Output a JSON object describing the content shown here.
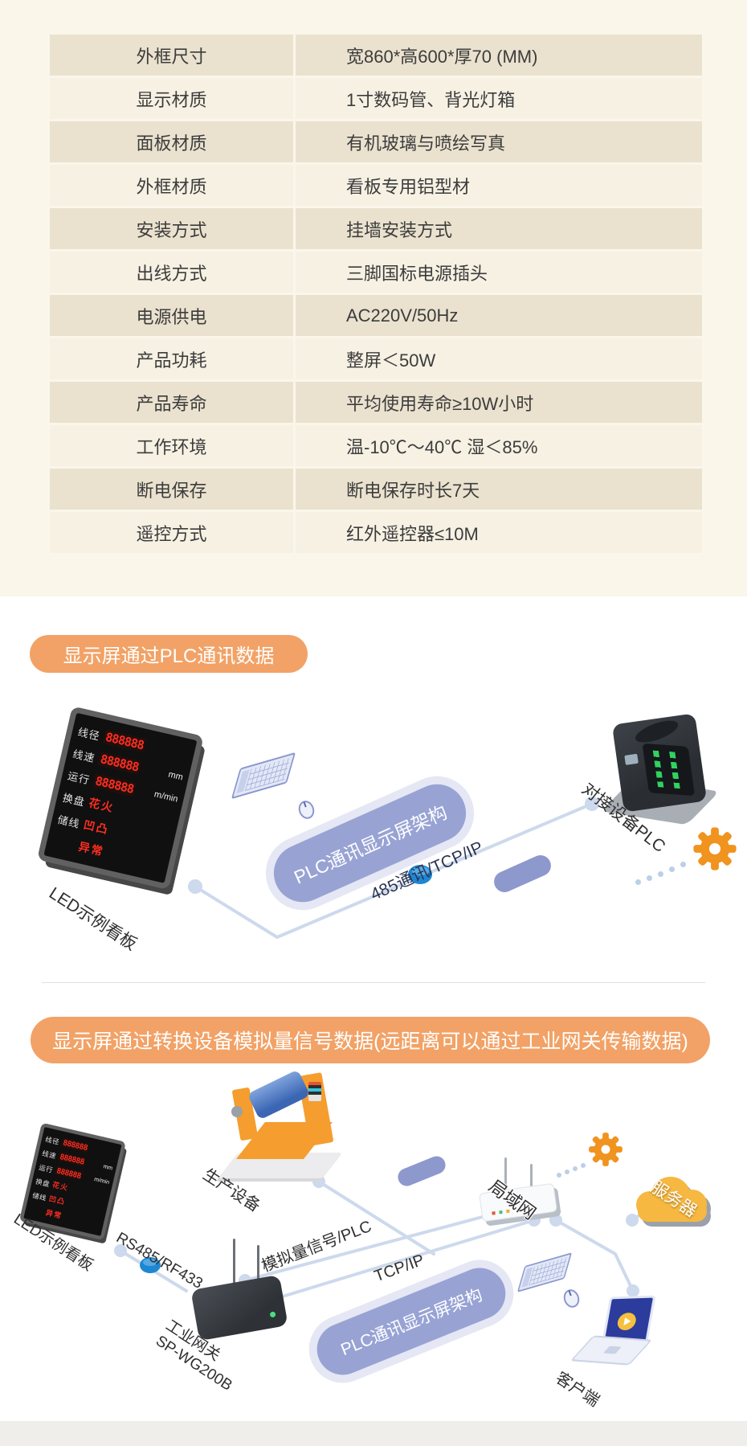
{
  "colors": {
    "accent_orange": "#f2a266",
    "pill_purple": "#98a3d4",
    "wire_blue": "#cdd9ec",
    "dot_blue": "#1f87d2",
    "gear_orange": "#f0931f",
    "table_row_dark": "#eae2cf",
    "table_row_light": "#f6f1e3"
  },
  "spec_table": {
    "rows": [
      {
        "label": "外框尺寸",
        "value": "宽860*高600*厚70 (MM)"
      },
      {
        "label": "显示材质",
        "value": "1寸数码管、背光灯箱"
      },
      {
        "label": "面板材质",
        "value": "有机玻璃与喷绘写真"
      },
      {
        "label": "外框材质",
        "value": "看板专用铝型材"
      },
      {
        "label": "安装方式",
        "value": "挂墙安装方式"
      },
      {
        "label": "出线方式",
        "value": "三脚国标电源插头"
      },
      {
        "label": "电源供电",
        "value": "AC220V/50Hz"
      },
      {
        "label": "产品功耗",
        "value": "整屏＜50W"
      },
      {
        "label": "产品寿命",
        "value": "平均使用寿命≥10W小时"
      },
      {
        "label": "工作环境",
        "value": "温-10℃～40℃  湿＜85%"
      },
      {
        "label": "断电保存",
        "value": "断电保存时长7天"
      },
      {
        "label": "遥控方式",
        "value": "红外遥控器≤10M"
      }
    ]
  },
  "section1": {
    "header": "显示屏通过PLC通讯数据",
    "led_board_label": "LED示例看板",
    "arch_pill": "PLC通讯显示屏架构",
    "link_label": "485通讯/TCP/IP",
    "plc_label": "对接设备PLC"
  },
  "section2": {
    "header": "显示屏通过转换设备模拟量信号数据(远距离可以通过工业网关传输数据)",
    "led_board_label": "LED示例看板",
    "rs_label": "RS485/RF433",
    "machine_label": "生产设备",
    "gateway_label": "工业网关",
    "gateway_model": "SP-WG200B",
    "analog_label": "模拟量信号/PLC",
    "tcpip_label": "TCP/IP",
    "arch_pill": "PLC通讯显示屏架构",
    "lan_label": "局域网",
    "server_label": "服务器",
    "client_label": "客户端"
  },
  "led_board": {
    "rows": [
      {
        "label": "线径",
        "digits": "888888",
        "alert": "",
        "unit": ""
      },
      {
        "label": "线速",
        "digits": "888888",
        "alert": "",
        "unit": "mm"
      },
      {
        "label": "运行",
        "digits": "888888",
        "alert": "",
        "unit": "m/min"
      },
      {
        "label": "换盘",
        "digits": "",
        "alert": "花火",
        "unit": ""
      },
      {
        "label": "储线",
        "digits": "",
        "alert": "凹凸",
        "unit": ""
      },
      {
        "label": "",
        "digits": "",
        "alert": "异常",
        "unit": ""
      }
    ]
  }
}
